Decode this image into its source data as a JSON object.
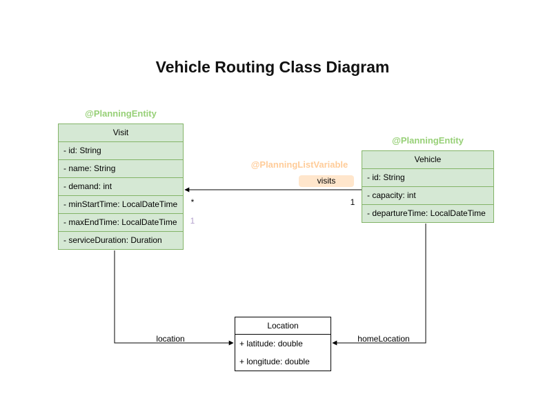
{
  "title": "Vehicle Routing Class Diagram",
  "colors": {
    "class_fill": "#d5e8d4",
    "class_border": "#82b366",
    "plain_class_border": "#000000",
    "entity_annotation_text": "#97d077",
    "list_variable_annotation_text": "#ffcc99",
    "visits_label_bg": "#ffe6cc",
    "muted_multiplicity_text": "#b3a0cc"
  },
  "classes": {
    "visit": {
      "annotation": "@PlanningEntity",
      "name": "Visit",
      "attributes": [
        "- id: String",
        "- name: String",
        "- demand: int",
        "- minStartTime: LocalDateTime",
        "- maxEndTime: LocalDateTime",
        "- serviceDuration: Duration"
      ]
    },
    "vehicle": {
      "annotation": "@PlanningEntity",
      "name": "Vehicle",
      "attributes": [
        "- id: String",
        "- capacity: int",
        "- departureTime: LocalDateTime"
      ]
    },
    "location": {
      "name": "Location",
      "attributes": [
        "+ latitude: double",
        "+ longitude: double"
      ]
    }
  },
  "relations": {
    "visits": {
      "annotation": "@PlanningListVariable",
      "label": "visits",
      "target_multiplicity": "*",
      "shadow_multiplicity": "1",
      "source_multiplicity": "1"
    },
    "location": {
      "label": "location"
    },
    "homeLocation": {
      "label": "homeLocation"
    }
  }
}
